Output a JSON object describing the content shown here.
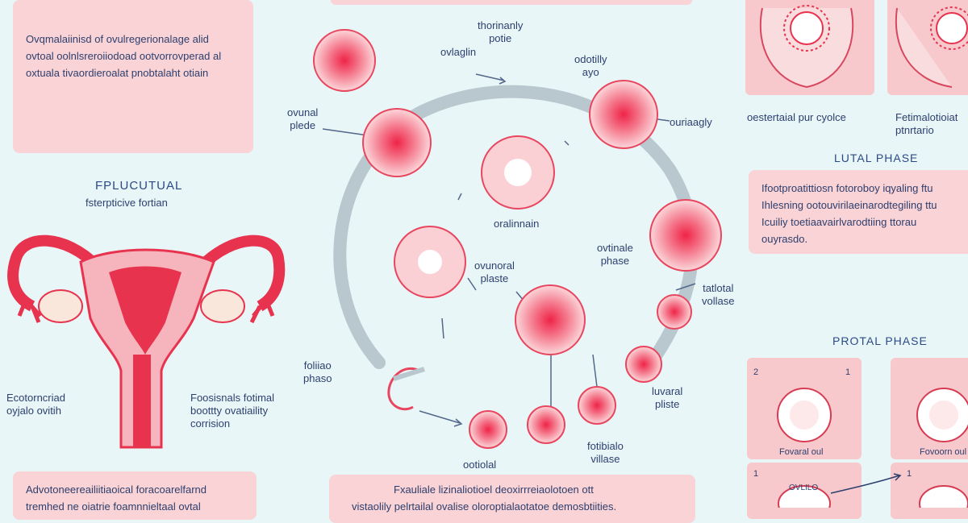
{
  "colors": {
    "background": "#e9f6f8",
    "panel": "#f9d3d5",
    "accent": "#e8334f",
    "ring": "#b9c7cf",
    "text": "#2d3f6e"
  },
  "left_top_panel": {
    "lines": [
      "Ovqmalaiinisd of ovulregerionalage alid",
      "ovtoal oolnlsreroiiodoad ootvorrovperad al",
      "oxtuala tivaordieroalat pnobtalaht otiain"
    ]
  },
  "left_heading": {
    "title": "FPLUCUTUAL",
    "subtitle": "fsterpticive fortian"
  },
  "left_labels": {
    "left": "Ecotorncriad\noyjalo ovitih",
    "right": "Foosisnals fotimal\nboottty ovatiaility\ncorrision"
  },
  "left_bottom_panel": {
    "lines": [
      "Advotoneereailiitiaoical foracoarelfarnd",
      "tremhed ne oiatrie foamnnieltaal ovtal"
    ]
  },
  "cycle": {
    "labels": [
      "thorinanly\npotie",
      "ovlaglin",
      "odotilly\nayo",
      "ouriaagly",
      "ovunal\nplede",
      "oralinnain",
      "ovtinale\nphase",
      "ovunoral\nplaste",
      "tatlotal\nvollase",
      "foliiao\nphaso",
      "luvaral\npliste",
      "ootiolal",
      "fotibialo\nvillase"
    ]
  },
  "bottom_center_panel": {
    "lines": [
      "Fxauliale lizinaliotioel deoxirrreiaolotoen ott",
      "vistaolily pelrtailal ovalise oloroptialaotatoe demosbtiities."
    ]
  },
  "right_top": {
    "caption_left": "oestertaial pur cyolce",
    "caption_right": "Fetimalotioiat\nptnrtario"
  },
  "luteal": {
    "title": "LUTAL PHASE",
    "lines": [
      "Ifootproatittiosn fotoroboy iqyaling ftu",
      "Ihlesning ootouvirilaeinarodtegiling ttu",
      "Icuiliy toetiaavairlvarodtiing ttorau",
      "ouyrasdo."
    ]
  },
  "protal": {
    "title": "PROTAL PHASE",
    "numbers": [
      "2",
      "1",
      "1",
      "1"
    ],
    "caption_left": "Fovaral oul",
    "caption_right": "Fovoorn oul",
    "bubble_label": "OVLILO"
  }
}
